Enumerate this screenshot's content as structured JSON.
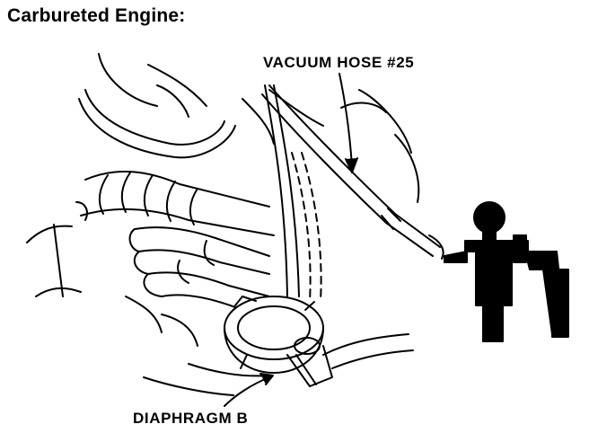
{
  "title": "Carbureted Engine:",
  "callouts": {
    "vacuum_hose": "VACUUM HOSE #25",
    "diaphragm": "DIAPHRAGM B"
  },
  "colors": {
    "ink": "#000000",
    "paper": "#ffffff"
  }
}
